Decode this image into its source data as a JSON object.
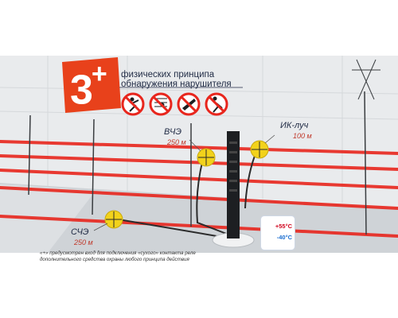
{
  "headline": {
    "number": "3",
    "plus": "+",
    "line1": "физических принципа",
    "line2": "обнаружения нарушителя"
  },
  "pictograms": [
    "no-climbing-icon",
    "no-cutting-fence-icon",
    "no-saw-icon",
    "no-digging-icon"
  ],
  "sensors": {
    "vche": {
      "name": "ВЧЭ",
      "range": "250 м"
    },
    "ik": {
      "name": "ИК-луч",
      "range": "100 м"
    },
    "sche": {
      "name": "СЧЭ",
      "range": "250 м"
    }
  },
  "temperature": {
    "max": "+55°C",
    "min": "-40°C"
  },
  "note": {
    "line1": "«+» предусмотрен вход для подключения «сухого» контакта реле",
    "line2": "дополнительного средства охраны любого принципа действия"
  },
  "colors": {
    "beam": "#e8261d",
    "sensor": "#f2d21b",
    "badge": "#e8411b",
    "wall": "#e6e8ea",
    "ground": "#c9cdd1"
  }
}
